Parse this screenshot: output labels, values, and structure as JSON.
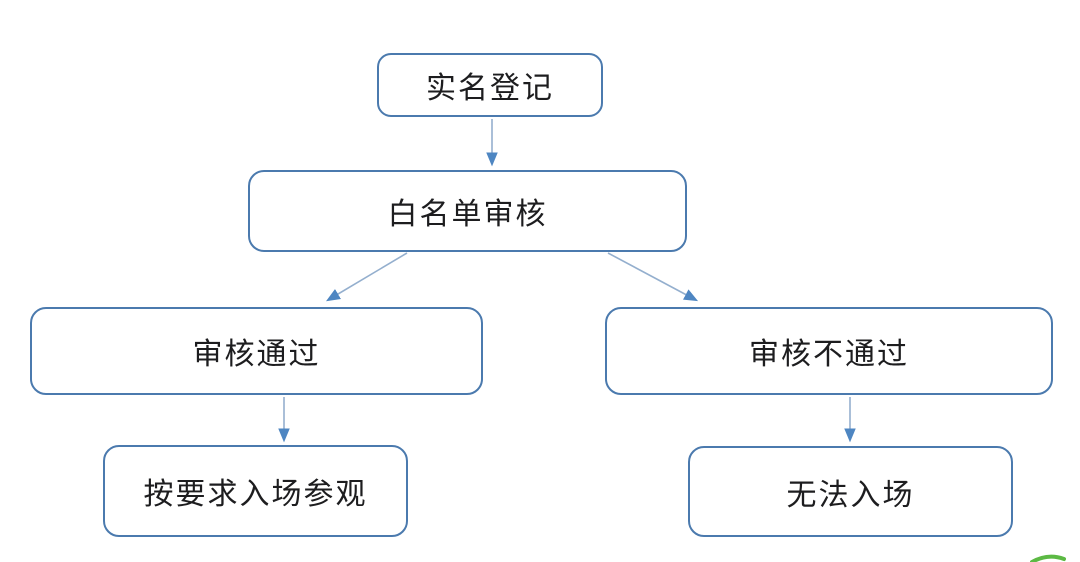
{
  "diagram": {
    "type": "flowchart",
    "nodes": [
      {
        "id": "register",
        "label": "实名登记"
      },
      {
        "id": "whitelist-review",
        "label": "白名单审核"
      },
      {
        "id": "review-passed",
        "label": "审核通过"
      },
      {
        "id": "review-failed",
        "label": "审核不通过"
      },
      {
        "id": "enter-as-required",
        "label": "按要求入场参观"
      },
      {
        "id": "cannot-enter",
        "label": "无法入场"
      }
    ],
    "edges": [
      {
        "from": "register",
        "to": "whitelist-review"
      },
      {
        "from": "whitelist-review",
        "to": "review-passed"
      },
      {
        "from": "whitelist-review",
        "to": "review-failed"
      },
      {
        "from": "review-passed",
        "to": "enter-as-required"
      },
      {
        "from": "review-failed",
        "to": "cannot-enter"
      }
    ]
  },
  "icons": {
    "watermark": "green-swoosh"
  },
  "colors": {
    "background": "#ffffff",
    "node_fill": "#ffffff",
    "node_border": "#4b7aae",
    "arrow_line": "#94afce",
    "arrow_head": "#4e86c2",
    "text": "#1d1d1f",
    "watermark_green": "#5cb944"
  }
}
